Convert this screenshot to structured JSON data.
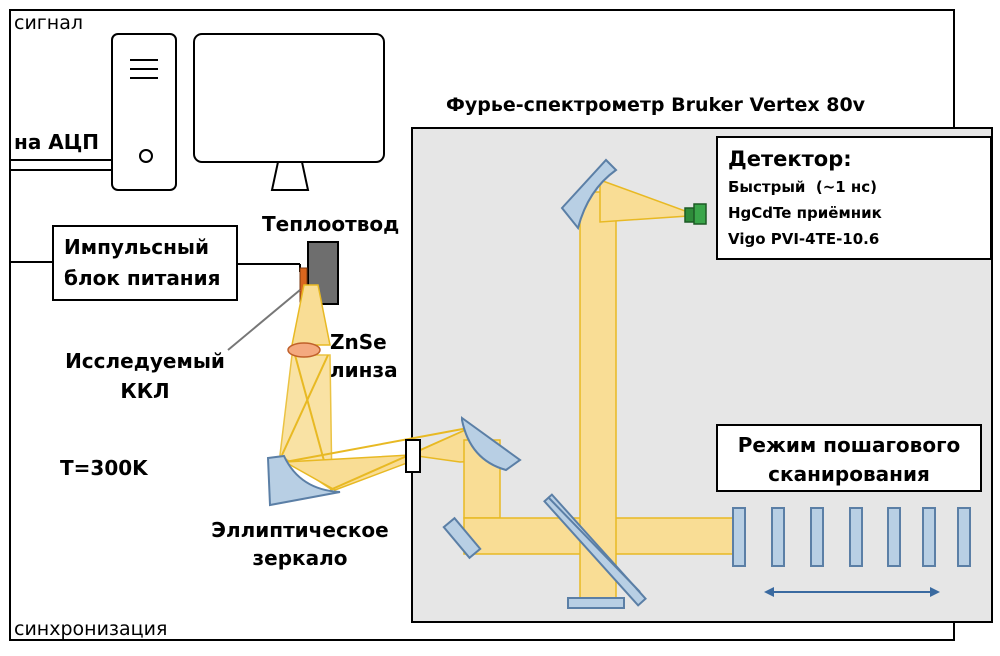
{
  "labels": {
    "signal": "сигнал",
    "to_adc": "на АЦП",
    "sync": "синхронизация",
    "spectrometer_title": "Фурье-спектрометр Bruker Vertex 80v",
    "heatsink": "Теплоотвод",
    "pulse_power_line1": "Импульсный",
    "pulse_power_line2": "блок питания",
    "qcl_line1": "Исследуемый",
    "qcl_line2": "ККЛ",
    "lens_line1": "ZnSe",
    "lens_line2": "линза",
    "temperature": "T=300K",
    "mirror_line1": "Эллиптическое",
    "mirror_line2": "зеркало",
    "scan_mode_line1": "Режим пошагового",
    "scan_mode_line2": "сканирования"
  },
  "detector": {
    "title": "Детектор:",
    "line1": "Быстрый  (~1 нс)",
    "line2": "HgCdTe приёмник",
    "line3": "Vigo PVI-4TE-10.6"
  },
  "colors": {
    "beam_fill": "#f9dd95",
    "beam_stroke": "#e8b923",
    "optic_fill": "#b8cfe4",
    "optic_stroke": "#5b7fa6",
    "spectrometer_bg": "#e6e6e6",
    "laser_chip": "#d9661e",
    "heatsink": "#6e6e6e",
    "detector_green": "#2e8b3a",
    "arrow": "#3a6aa0",
    "lens_fill": "#f4a97f"
  },
  "icons": [
    "computer-tower-icon",
    "monitor-icon",
    "detector-icon",
    "double-arrow-icon"
  ]
}
